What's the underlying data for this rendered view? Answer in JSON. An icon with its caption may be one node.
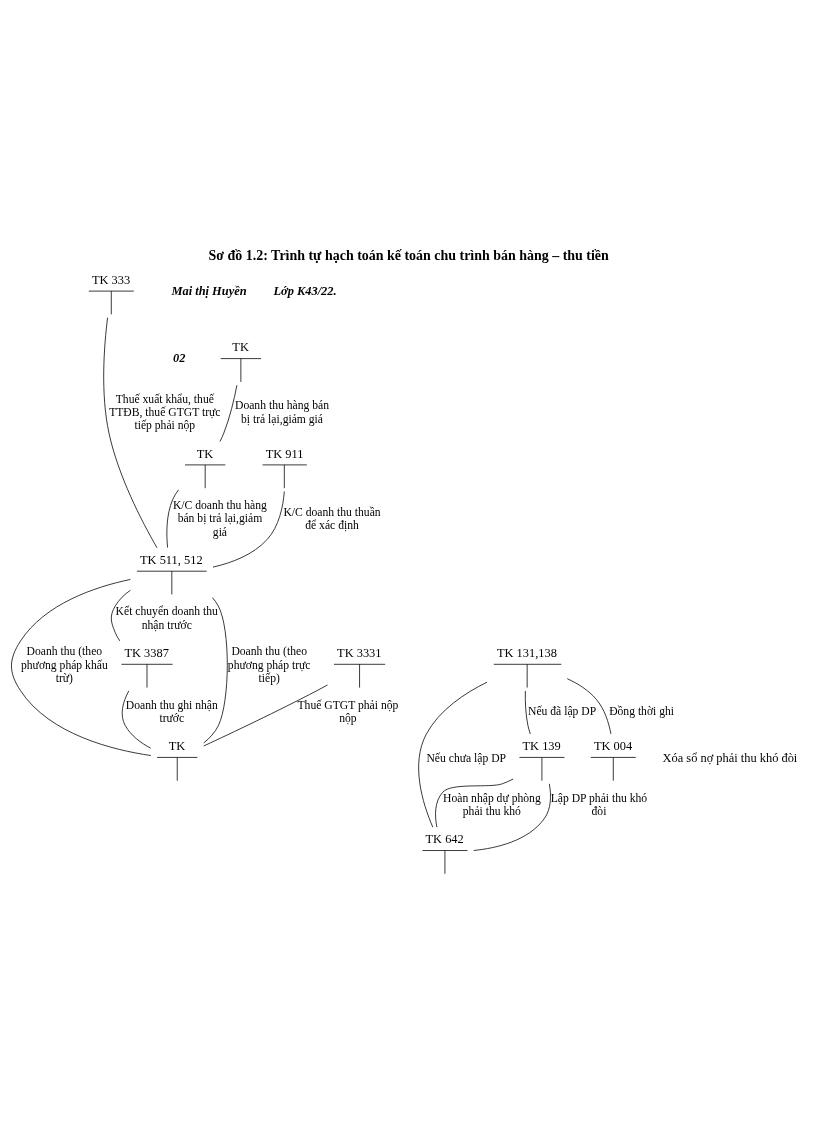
{
  "diagram": {
    "title": "Sơ đồ 1.2: Trình tự hạch toán kế toán chu trình bán hàng – thu tiền",
    "nodes": [
      {
        "text": [
          "TK 333"
        ]
      },
      {
        "text": [
          "TK 511, 512"
        ]
      },
      {
        "text": [
          "TK"
        ]
      },
      {
        "text": [
          "TK"
        ]
      },
      {
        "text": [
          "TK"
        ]
      },
      {
        "text": [
          "TK 3331"
        ]
      },
      {
        "text": [
          "TK 3387"
        ]
      },
      {
        "text": [
          "TK 911"
        ]
      },
      {
        "text": [
          "TK 131,138"
        ]
      },
      {
        "text": [
          "TK 642"
        ]
      },
      {
        "text": [
          "TK 139"
        ]
      },
      {
        "text": [
          "TK 004"
        ]
      }
    ],
    "edges": [
      {
        "from": 0,
        "to": 1,
        "arrow": "none",
        "label": "Thuế xuất khẩu, thuế TTĐB, thuế GTGT trực tiếp phải nộp"
      },
      {
        "from": 1,
        "to": 2,
        "arrow": "none",
        "label": "Doanh thu (theo phương pháp trực tiếp)"
      },
      {
        "from": 1,
        "to": 2,
        "arrow": "none",
        "label": "Doanh thu (theo phương pháp khấu trừ)"
      },
      {
        "from": 5,
        "to": 2,
        "arrow": "none",
        "label": "Thuế GTGT phải nộp nộp"
      },
      {
        "from": 3,
        "to": 4,
        "arrow": "none",
        "label": "Doanh thu hàng bán bị trả lại,giảm giá"
      },
      {
        "from": 4,
        "to": 1,
        "arrow": "none",
        "label": "K/C doanh thu hàng bán bị trả lại,giảm giá"
      },
      {
        "from": 1,
        "to": 6,
        "arrow": "none",
        "label": "Kết chuyển doanh thu nhận trước"
      },
      {
        "from": 6,
        "to": 2,
        "arrow": "none",
        "label": "Doanh thu ghi nhận trước"
      },
      {
        "from": 7,
        "to": 1,
        "arrow": "none",
        "label": "K/C doanh thu thuần để xác định"
      },
      {
        "from": 8,
        "to": 9,
        "arrow": "none",
        "label": "Nếu chưa lập DP"
      },
      {
        "from": 8,
        "to": 10,
        "arrow": "none",
        "label": "Nếu đã lập DP"
      },
      {
        "from": 10,
        "to": 9,
        "arrow": "none",
        "label": "Lập DP phải thu khó đòi"
      },
      {
        "from": 10,
        "to": 9,
        "arrow": "none",
        "label": "Hoàn nhập dự phòng phải thu khó"
      },
      {
        "from": 8,
        "to": 11,
        "arrow": "none",
        "label": "Đồng thời ghi"
      }
    ],
    "labels": [
      "Mai thị Huyền",
      "Lớp K43/22.",
      "02",
      "Xóa sổ nợ phải thu khó đòi"
    ]
  }
}
